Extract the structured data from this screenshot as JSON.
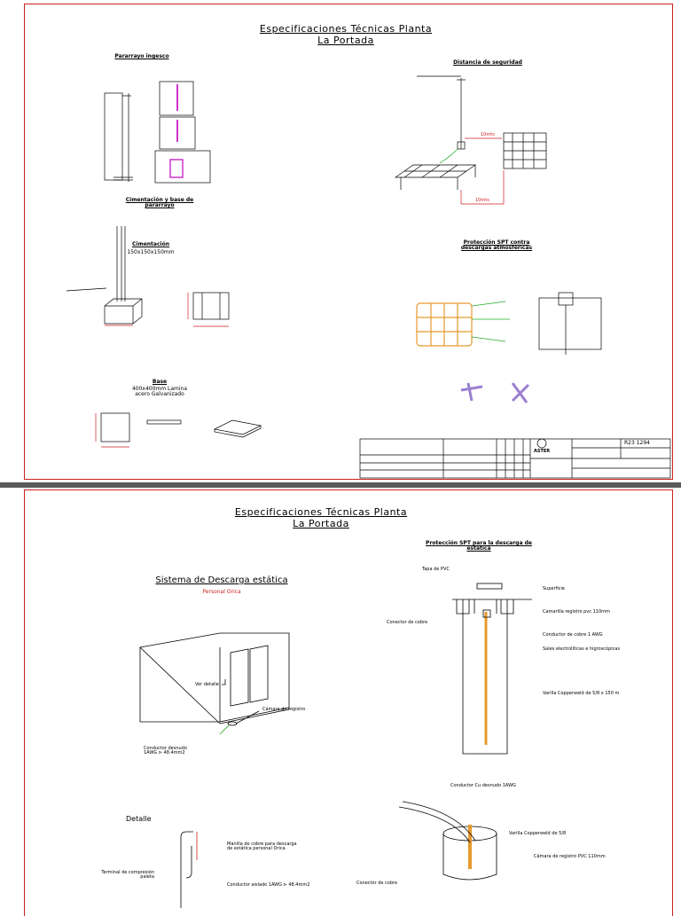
{
  "sheet1": {
    "title_line1": "Especificaciones Técnicas Planta",
    "title_line2": "La Portada",
    "sections": {
      "pararrayos": "Pararrayo ingesco",
      "distancia": "Distancia de seguridad",
      "cimentacion_base": "Cimentación y base de pararrayo",
      "cimentacion": "Cimentación",
      "cimentacion_dims": "150x150x150mm",
      "proteccion": "Protección SPT contra descargas atmosféricas",
      "base": "Base",
      "base_dims": "400x400mm Lamina acero Galvanizado"
    },
    "callouts": {
      "altura": "10mts",
      "distancia": "10mts"
    },
    "title_block": {
      "cell_a": "R23 1294",
      "company": "ASTER"
    }
  },
  "sheet2": {
    "title_line1": "Especificaciones Técnicas Planta",
    "title_line2": "La Portada",
    "sistema_title": "Sistema de Descarga estática",
    "sistema_subtitle": "Personal Orica",
    "proteccion_title": "Protección SPT para la descarga de estática",
    "labels": {
      "tapa_pvc": "Tapa de PVC",
      "superficie": "Superficie",
      "camarilla": "Camarilla registro pvc 110mm",
      "conector_cobre": "Conector de cobre",
      "conductor_cobre": "Conductor de cobre 1 AWG",
      "sales": "Sales electrolíticas e higroscópicas",
      "varilla": "Varilla Copperweld de 5/8 x 150 m",
      "camara_registro": "Cámara de registro",
      "conductor_desnudo": "Conductor desnudo 1AWG ⊳ 48.4mm2",
      "detalle": "Detalle",
      "manilla": "Manilla de cobre para descarga de estática personal Orica",
      "terminal": "Terminal de compresión paleta",
      "conductor_aislado": "Conductor aislado 1AWG ⊳ 48.4mm2",
      "conductor_cu": "Conductor Cu desnudo 1AWG",
      "varilla2": "Varilla Copperweld de 5/8",
      "camara_pvc": "Cámara de registro PVC 110mm",
      "conector_cobre2": "Conector de cobre",
      "ver_detalle": "Ver detalle"
    }
  },
  "colors": {
    "frame": "#cc1f1f",
    "accent_green": "#22aa22",
    "accent_orange": "#e69a2e",
    "accent_magenta": "#cc33cc"
  }
}
